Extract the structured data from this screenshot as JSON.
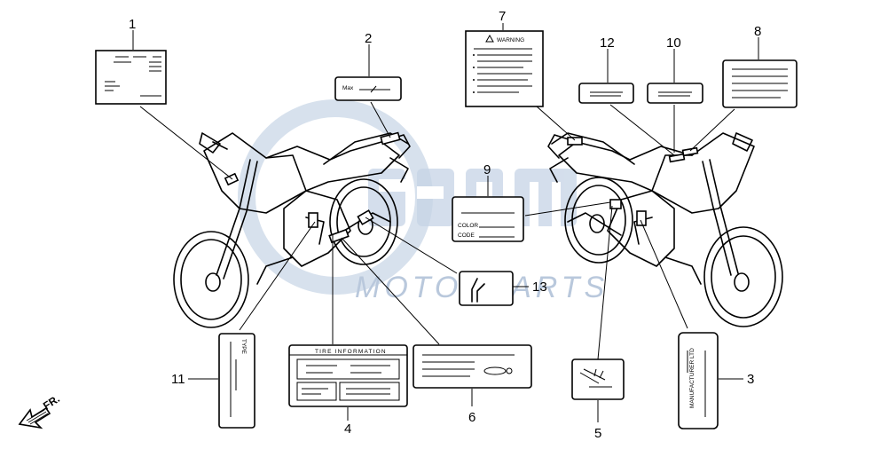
{
  "watermark": {
    "text": "MOTORPARTS",
    "color": "#b9c8dc"
  },
  "direction_arrow": {
    "label": "FR.",
    "icon": "front-direction-arrow-icon"
  },
  "callouts": [
    "1",
    "2",
    "3",
    "4",
    "5",
    "6",
    "7",
    "8",
    "9",
    "10",
    "11",
    "12",
    "13"
  ],
  "labels": {
    "max": "Max",
    "warning": "WARNING",
    "color": "COLOR",
    "code": "CODE",
    "type": "TYPE",
    "tire_information": "TIRE INFORMATION",
    "manufacturer": "MANUFACTURER LTD"
  },
  "colors": {
    "line": "#000000",
    "background": "#ffffff",
    "watermark": "#b9c8dc"
  }
}
